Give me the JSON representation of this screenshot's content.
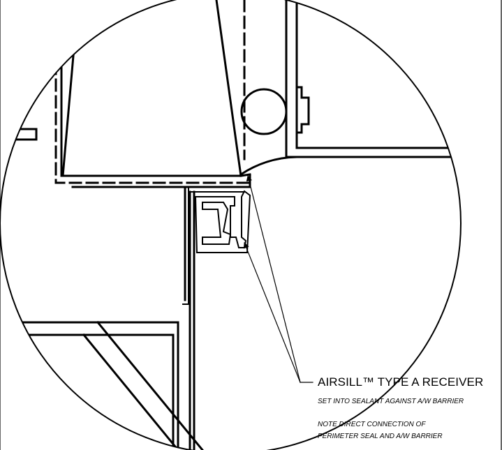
{
  "callout": {
    "title": "AIRSILL™ TYPE A RECEIVER",
    "note_1": "SET INTO SEALANT AGAINST A/W BARRIER",
    "note_2": "NOTE DIRECT CONNECTION OF",
    "note_3": "PERIMETER SEAL AND A/W BARRIER"
  }
}
